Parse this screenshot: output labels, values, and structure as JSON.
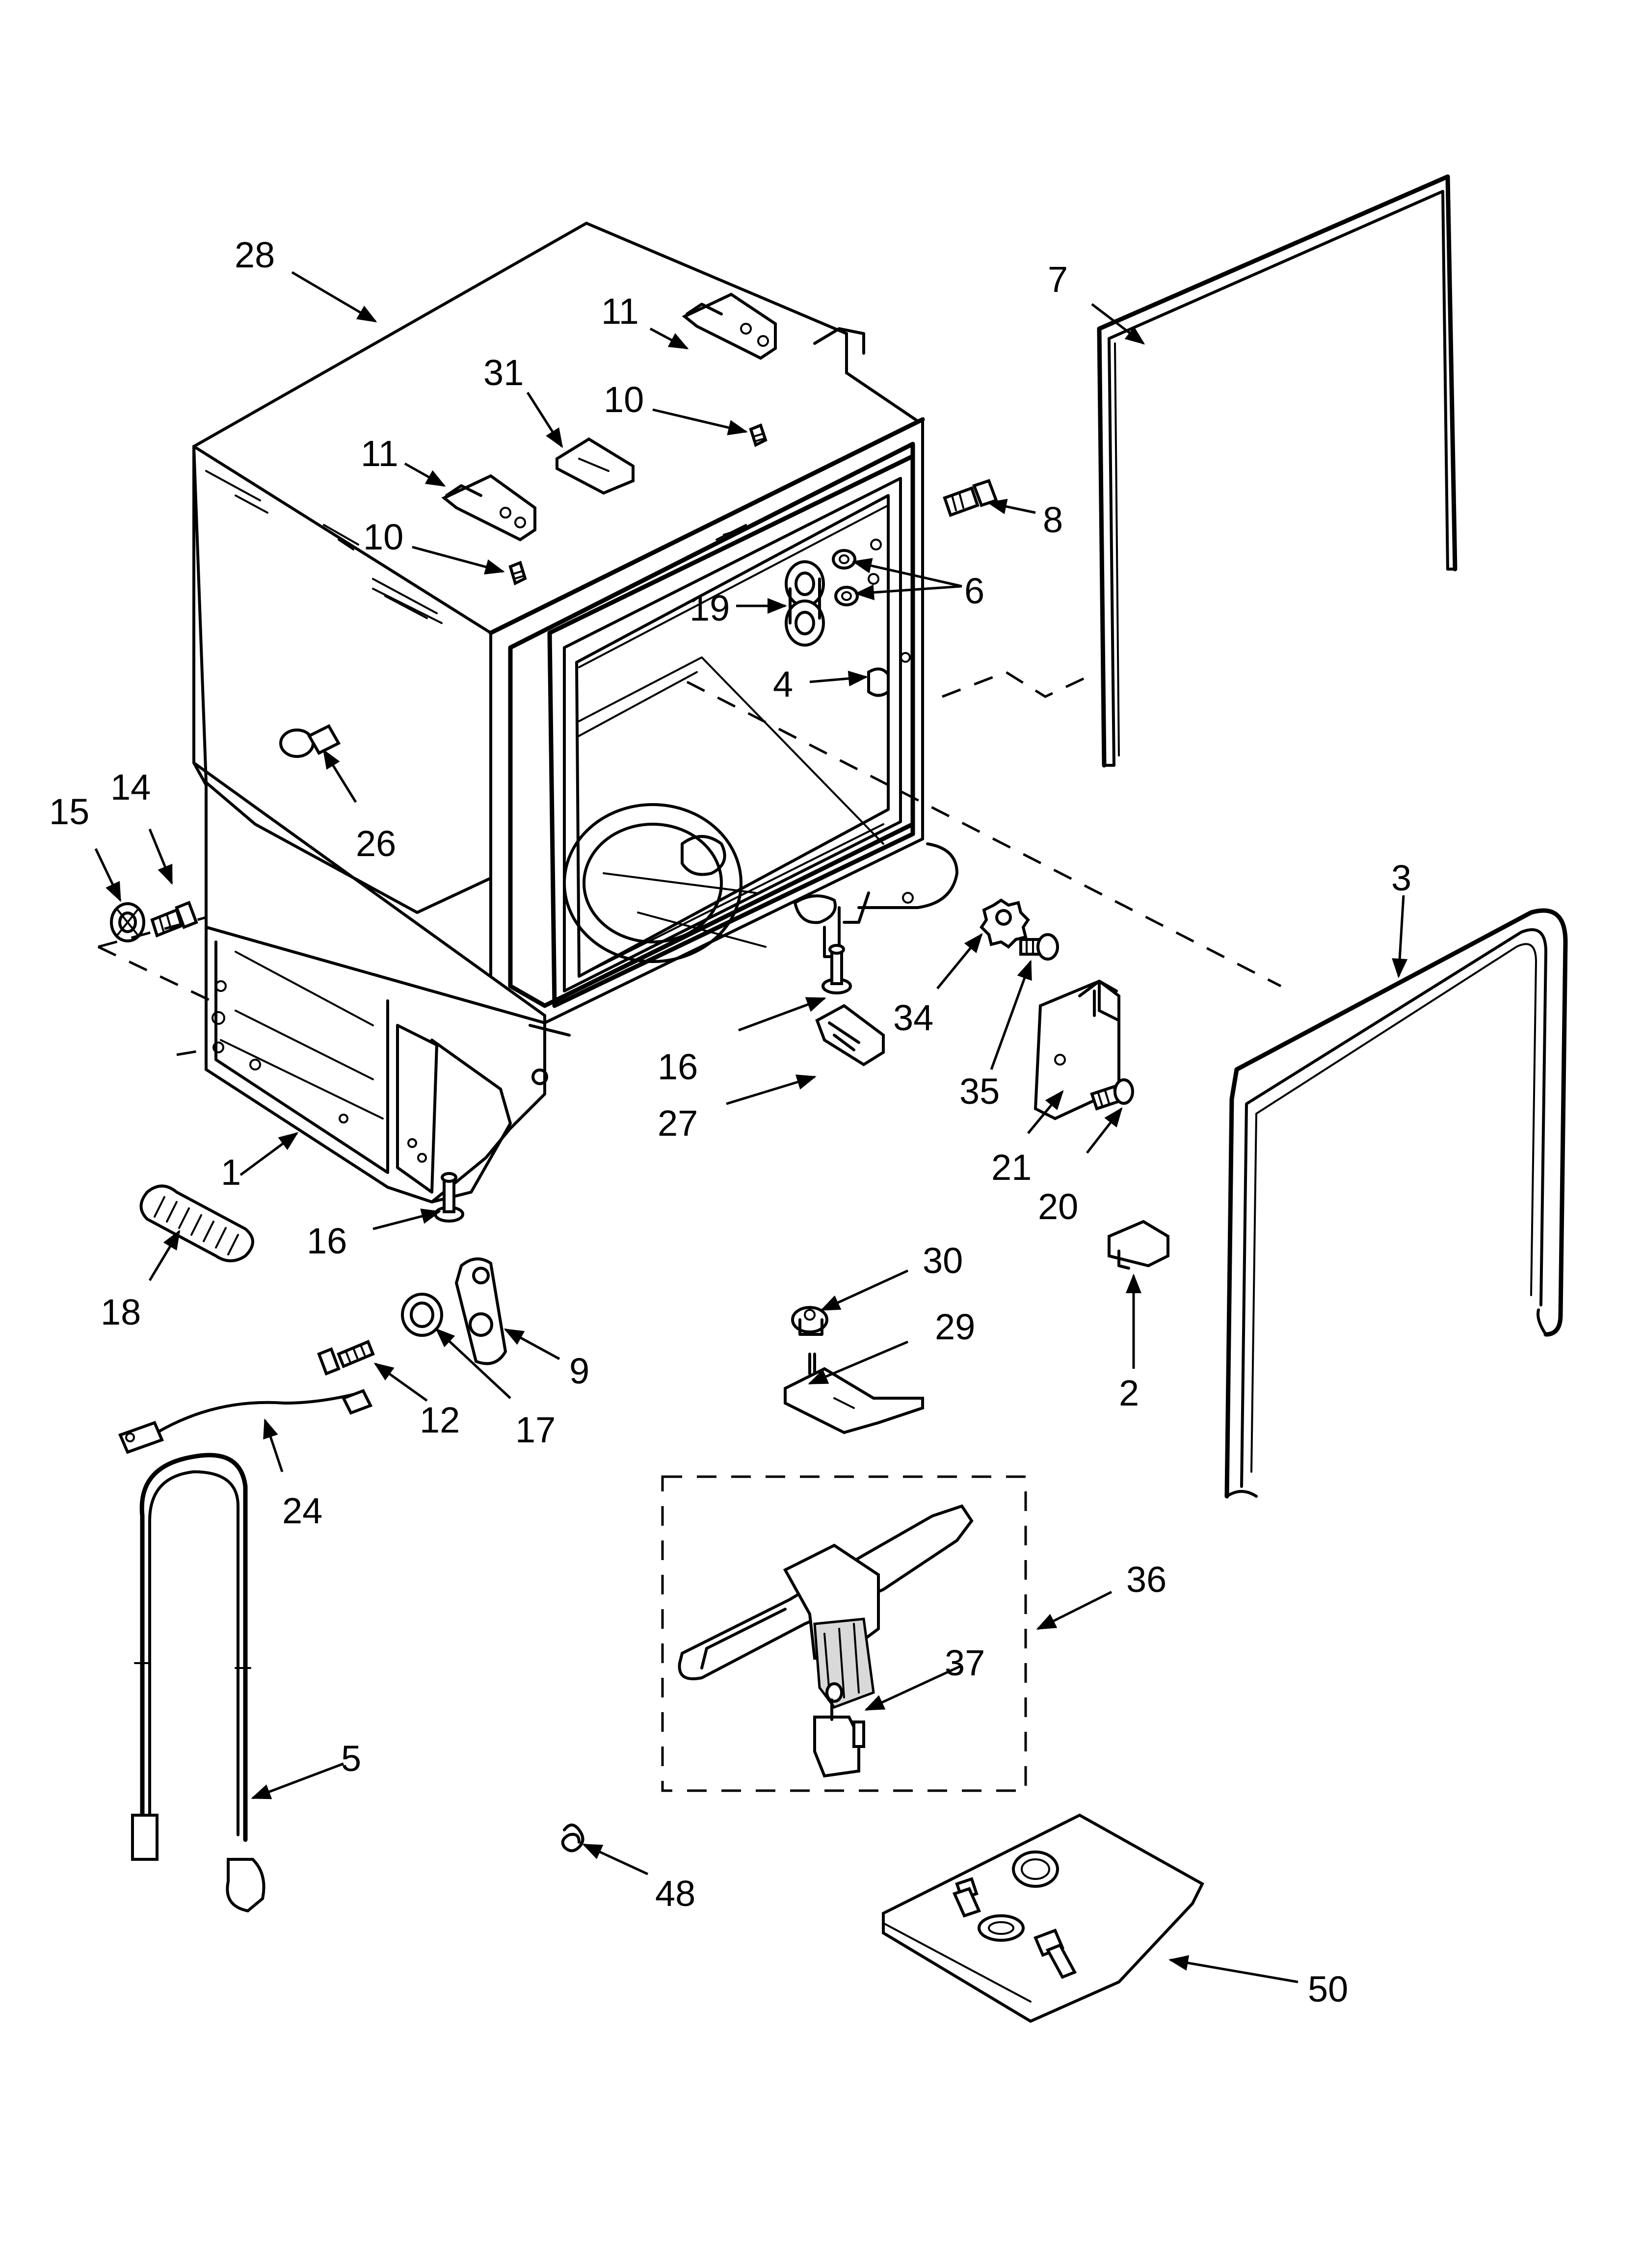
{
  "callouts": [
    {
      "id": "c28",
      "text": "28"
    },
    {
      "id": "c11a",
      "text": "11"
    },
    {
      "id": "c31",
      "text": "31"
    },
    {
      "id": "c10a",
      "text": "10"
    },
    {
      "id": "c11b",
      "text": "11"
    },
    {
      "id": "c10b",
      "text": "10"
    },
    {
      "id": "c7",
      "text": "7"
    },
    {
      "id": "c8",
      "text": "8"
    },
    {
      "id": "c6",
      "text": "6"
    },
    {
      "id": "c19",
      "text": "19"
    },
    {
      "id": "c4",
      "text": "4"
    },
    {
      "id": "c26",
      "text": "26"
    },
    {
      "id": "c15",
      "text": "15"
    },
    {
      "id": "c14",
      "text": "14"
    },
    {
      "id": "c3",
      "text": "3"
    },
    {
      "id": "c34",
      "text": "34"
    },
    {
      "id": "c35",
      "text": "35"
    },
    {
      "id": "c16a",
      "text": "16"
    },
    {
      "id": "c27",
      "text": "27"
    },
    {
      "id": "c21",
      "text": "21"
    },
    {
      "id": "c20",
      "text": "20"
    },
    {
      "id": "c1",
      "text": "1"
    },
    {
      "id": "c16b",
      "text": "16"
    },
    {
      "id": "c18",
      "text": "18"
    },
    {
      "id": "c30",
      "text": "30"
    },
    {
      "id": "c29",
      "text": "29"
    },
    {
      "id": "c2",
      "text": "2"
    },
    {
      "id": "c9",
      "text": "9"
    },
    {
      "id": "c12",
      "text": "12"
    },
    {
      "id": "c17",
      "text": "17"
    },
    {
      "id": "c24",
      "text": "24"
    },
    {
      "id": "c36",
      "text": "36"
    },
    {
      "id": "c37",
      "text": "37"
    },
    {
      "id": "c5",
      "text": "5"
    },
    {
      "id": "c48",
      "text": "48"
    },
    {
      "id": "c50",
      "text": "50"
    }
  ]
}
